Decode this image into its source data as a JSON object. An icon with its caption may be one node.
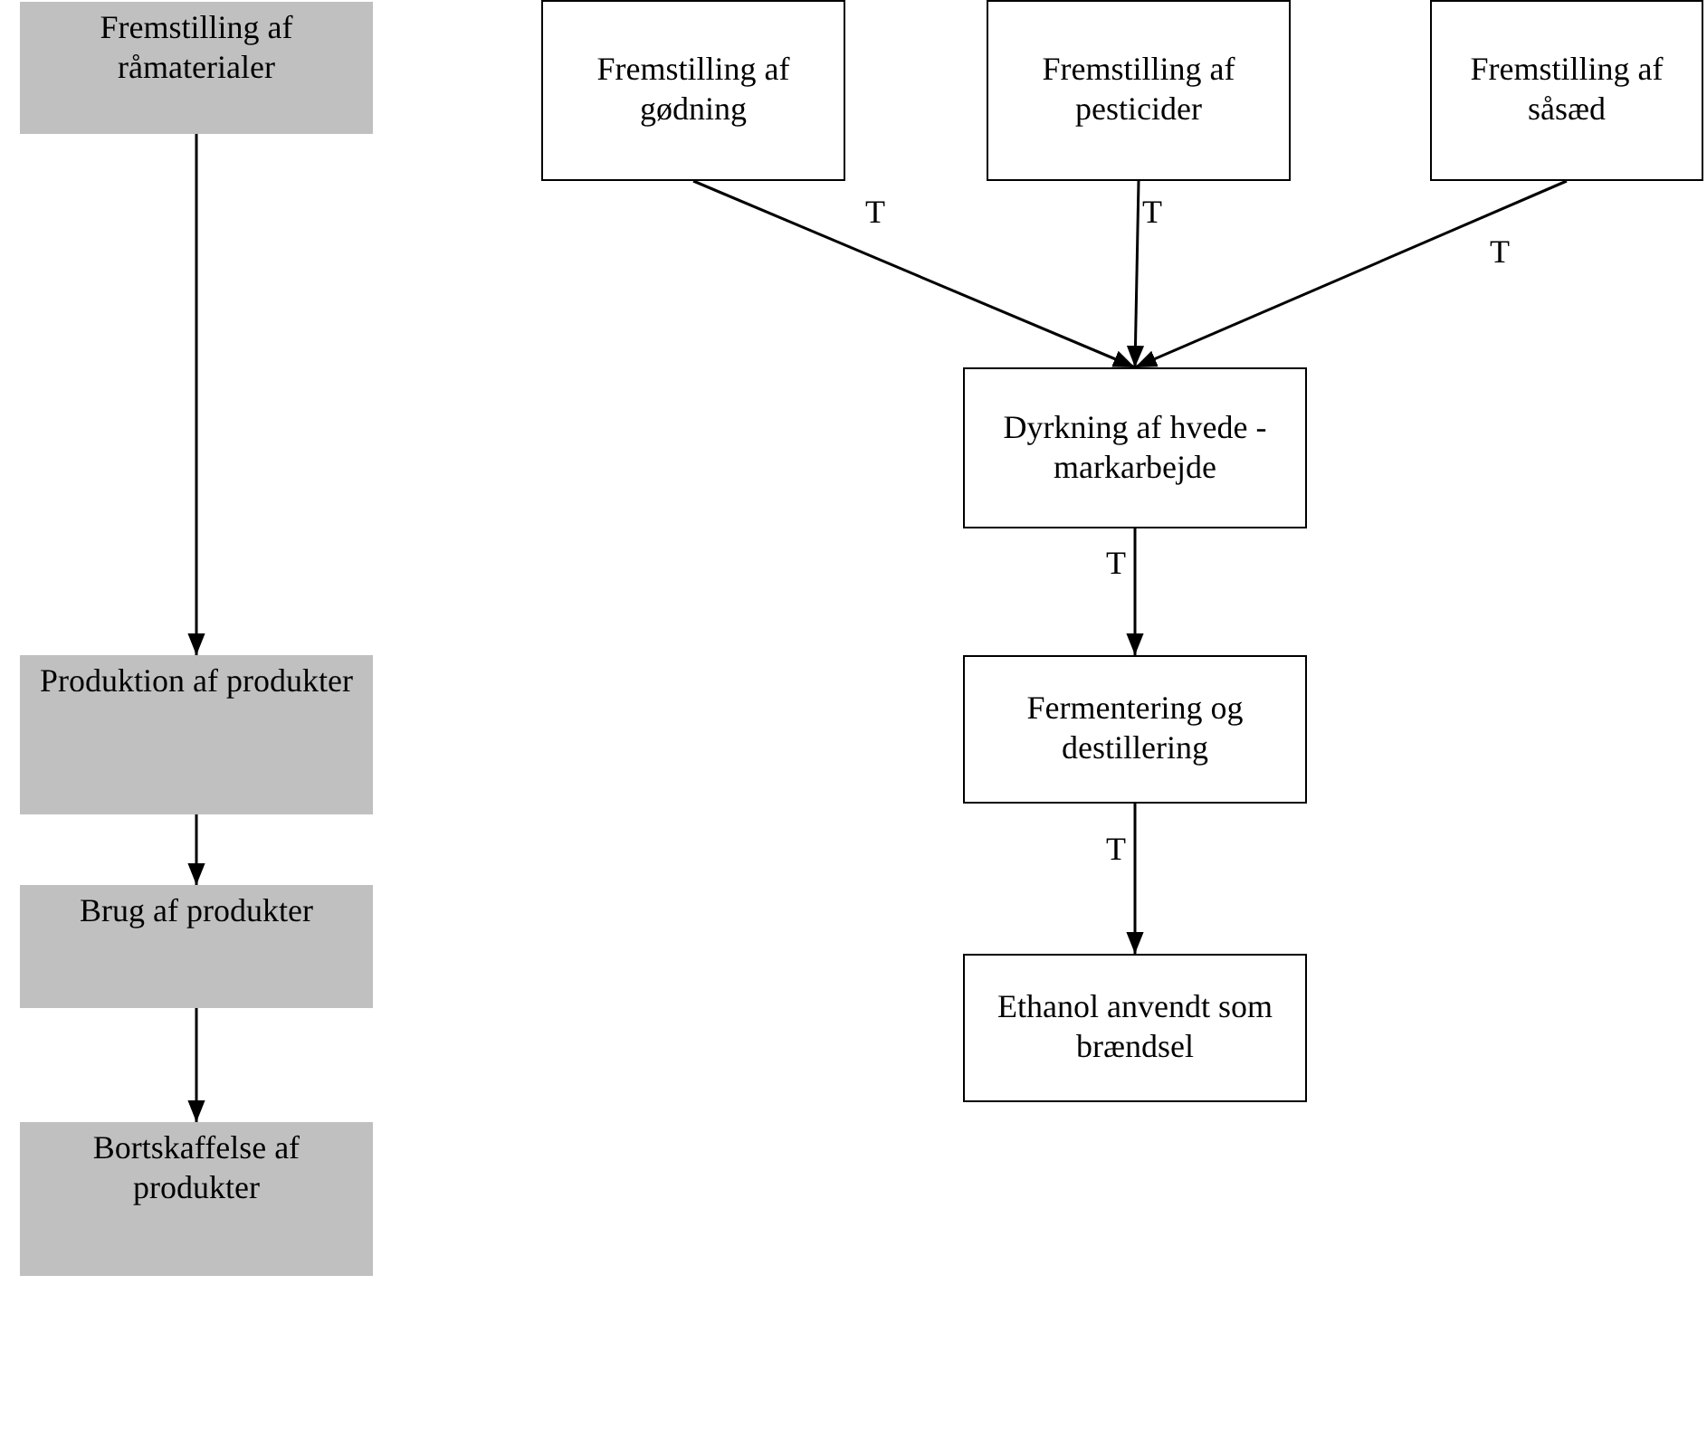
{
  "diagram": {
    "nodes": [
      {
        "text": [
          "Fremstilling af råmaterialer"
        ]
      },
      {
        "text": [
          "Produktion af produkter"
        ]
      },
      {
        "text": [
          "Brug af produkter"
        ]
      },
      {
        "text": [
          "Bortskaffelse af produkter"
        ]
      },
      {
        "text": [
          "Fremstilling af gødning"
        ]
      },
      {
        "text": [
          "Fremstilling af pesticider"
        ]
      },
      {
        "text": [
          "Fremstilling af såsæd"
        ]
      },
      {
        "text": [
          "Dyrkning af hvede - markarbejde"
        ]
      },
      {
        "text": [
          "Fermentering og destillering"
        ]
      },
      {
        "text": [
          "Ethanol anvendt som brændsel"
        ]
      }
    ],
    "edges": [
      {
        "from": 0,
        "to": 1,
        "arrow": "to"
      },
      {
        "from": 1,
        "to": 2,
        "arrow": "to"
      },
      {
        "from": 2,
        "to": 3,
        "arrow": "to"
      },
      {
        "from": 4,
        "to": 7,
        "arrow": "to",
        "label": "T"
      },
      {
        "from": 5,
        "to": 7,
        "arrow": "to",
        "label": "T"
      },
      {
        "from": 6,
        "to": 7,
        "arrow": "to",
        "label": "T"
      },
      {
        "from": 7,
        "to": 8,
        "arrow": "to",
        "label": "T"
      },
      {
        "from": 8,
        "to": 9,
        "arrow": "to",
        "label": "T"
      }
    ]
  }
}
